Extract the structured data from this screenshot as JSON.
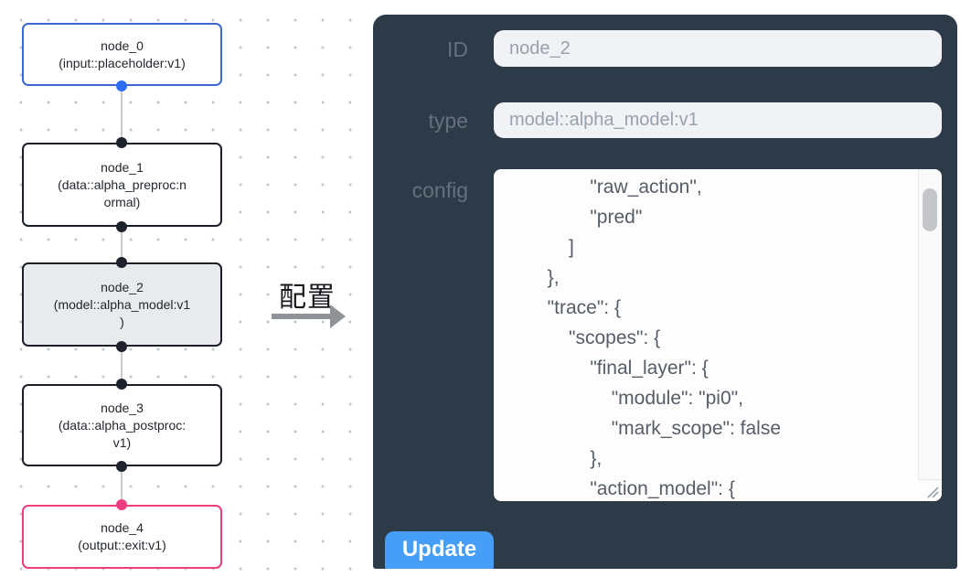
{
  "flow": {
    "nodes": [
      {
        "name": "node_0",
        "kind": "input",
        "type_lines": [
          "(input::placeholder:v1)"
        ]
      },
      {
        "name": "node_1",
        "kind": "default",
        "type_lines": [
          "(data::alpha_preproc:n",
          "ormal)"
        ]
      },
      {
        "name": "node_2",
        "kind": "selected",
        "type_lines": [
          "(model::alpha_model:v1",
          ")"
        ]
      },
      {
        "name": "node_3",
        "kind": "default",
        "type_lines": [
          "(data::alpha_postproc:",
          "v1)"
        ]
      },
      {
        "name": "node_4",
        "kind": "output",
        "type_lines": [
          "(output::exit:v1)"
        ]
      }
    ]
  },
  "annotation": {
    "label": "配置"
  },
  "panel": {
    "fields": [
      {
        "label": "ID",
        "value": "node_2"
      },
      {
        "label": "type",
        "value": "model::alpha_model:v1"
      }
    ],
    "config_label": "config",
    "config_text": "                \"raw_action\",\n                \"pred\"\n            ]\n        },\n        \"trace\": {\n            \"scopes\": {\n                \"final_layer\": {\n                    \"module\": \"pi0\",\n                    \"mark_scope\": false\n                },\n                \"action_model\": {",
    "update_label": "Update"
  },
  "colors": {
    "panel_bg": "#2d3a48",
    "button_blue": "#469ef7",
    "input_node_border": "#3e67d6",
    "output_node_border": "#ee3e7f",
    "selected_node_bg": "#e9eaeb",
    "default_node_border": "#1b1f27",
    "edge_gray": "#cbcbcb",
    "input_port_dot": "#2b6ef5",
    "output_port_dot": "#ee3e7f"
  }
}
